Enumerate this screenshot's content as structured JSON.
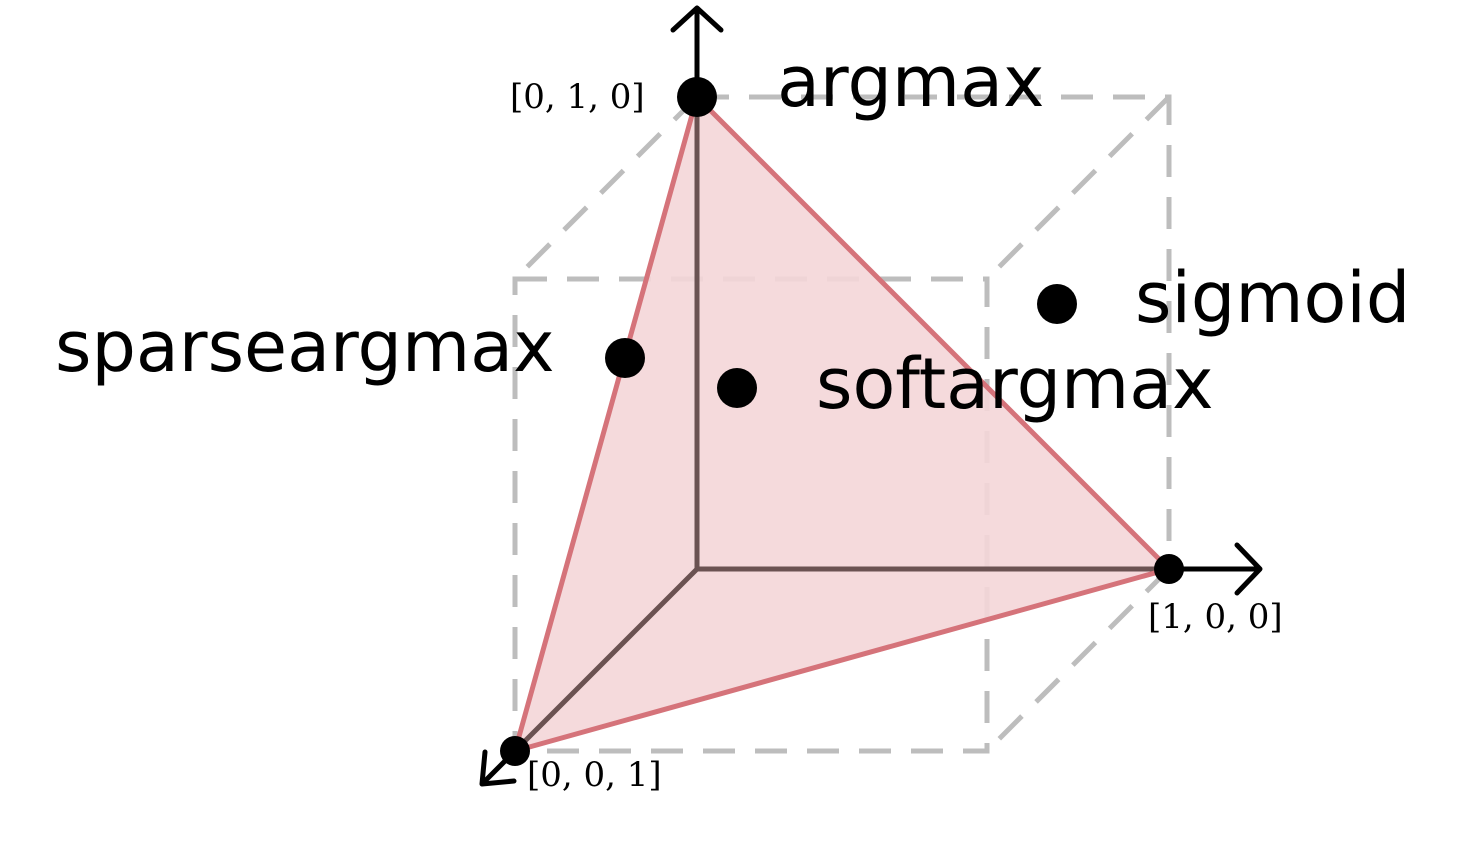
{
  "colors": {
    "simplex_fill": "#f4d6d8",
    "simplex_edge": "#d5737a",
    "dashed_box": "#bdbdbd",
    "inner_axis": "#6b5252",
    "point": "#000000"
  },
  "vertices": {
    "top": "[0, 1, 0]",
    "right": "[1, 0, 0]",
    "bottom_left": "[0, 0, 1]"
  },
  "points": {
    "argmax": "argmax",
    "sigmoid": "sigmoid",
    "sparseargmax": "sparseargmax",
    "softargmax": "softargmax"
  }
}
